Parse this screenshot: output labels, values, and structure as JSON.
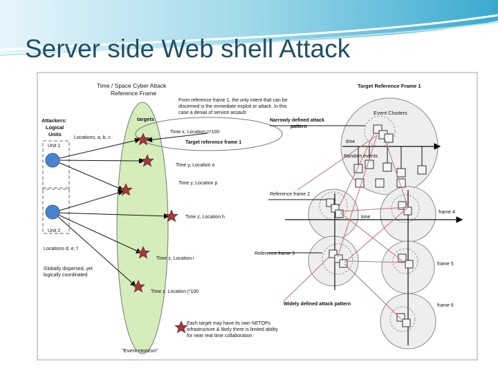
{
  "slide": {
    "title": "Server side Web shell Attack"
  },
  "diagram": {
    "heading_left": [
      "Time / Space Cyber Attack",
      "Reference Frame"
    ],
    "heading_right": "Target Reference Frame 1",
    "reference_note": [
      "From reference frame 1, the only intent that can be",
      "discerned is the immediate exploit or attack. In this",
      "case a denial of service assault."
    ],
    "targets_label": "targets",
    "attackers_label": [
      "Attackers:",
      "Logical",
      "Units"
    ],
    "locations_abc": "Locations; a, b, c",
    "unit1": "Unit 1",
    "unit2": "Unit 2",
    "locations_def": "Locations d, e, f",
    "globally_dispersed": [
      "Globally dispersed, yet",
      "logically coordinated"
    ],
    "time_labels": [
      "Time x, Location n*100",
      "Time y, Location o",
      "Time y, Location p",
      "Time z, Location h",
      "Time z, Location i",
      "Time z, Location j*100"
    ],
    "target_reference_frame": "Target reference frame 1",
    "narrowly_defined": [
      "Narrowly defined attack",
      "pattern"
    ],
    "event_clusters": "Event Clusters",
    "time_top": "time",
    "random_events": "Random events",
    "reference_frame_2": "Reference frame 2",
    "reference_frame_3": "Reference frame 3",
    "time_mid": "time",
    "frame_4": "frame 4",
    "frame_5": "frame 5",
    "frame_6": "frame 6",
    "widely_defined": "Widely defined attack pattern",
    "legend_text": [
      "Each target may have its own NETOPs",
      "infrastructure & likely there is limited ability",
      "for near real time collaboration"
    ],
    "event_horizon": "\"Event Horizon\""
  }
}
